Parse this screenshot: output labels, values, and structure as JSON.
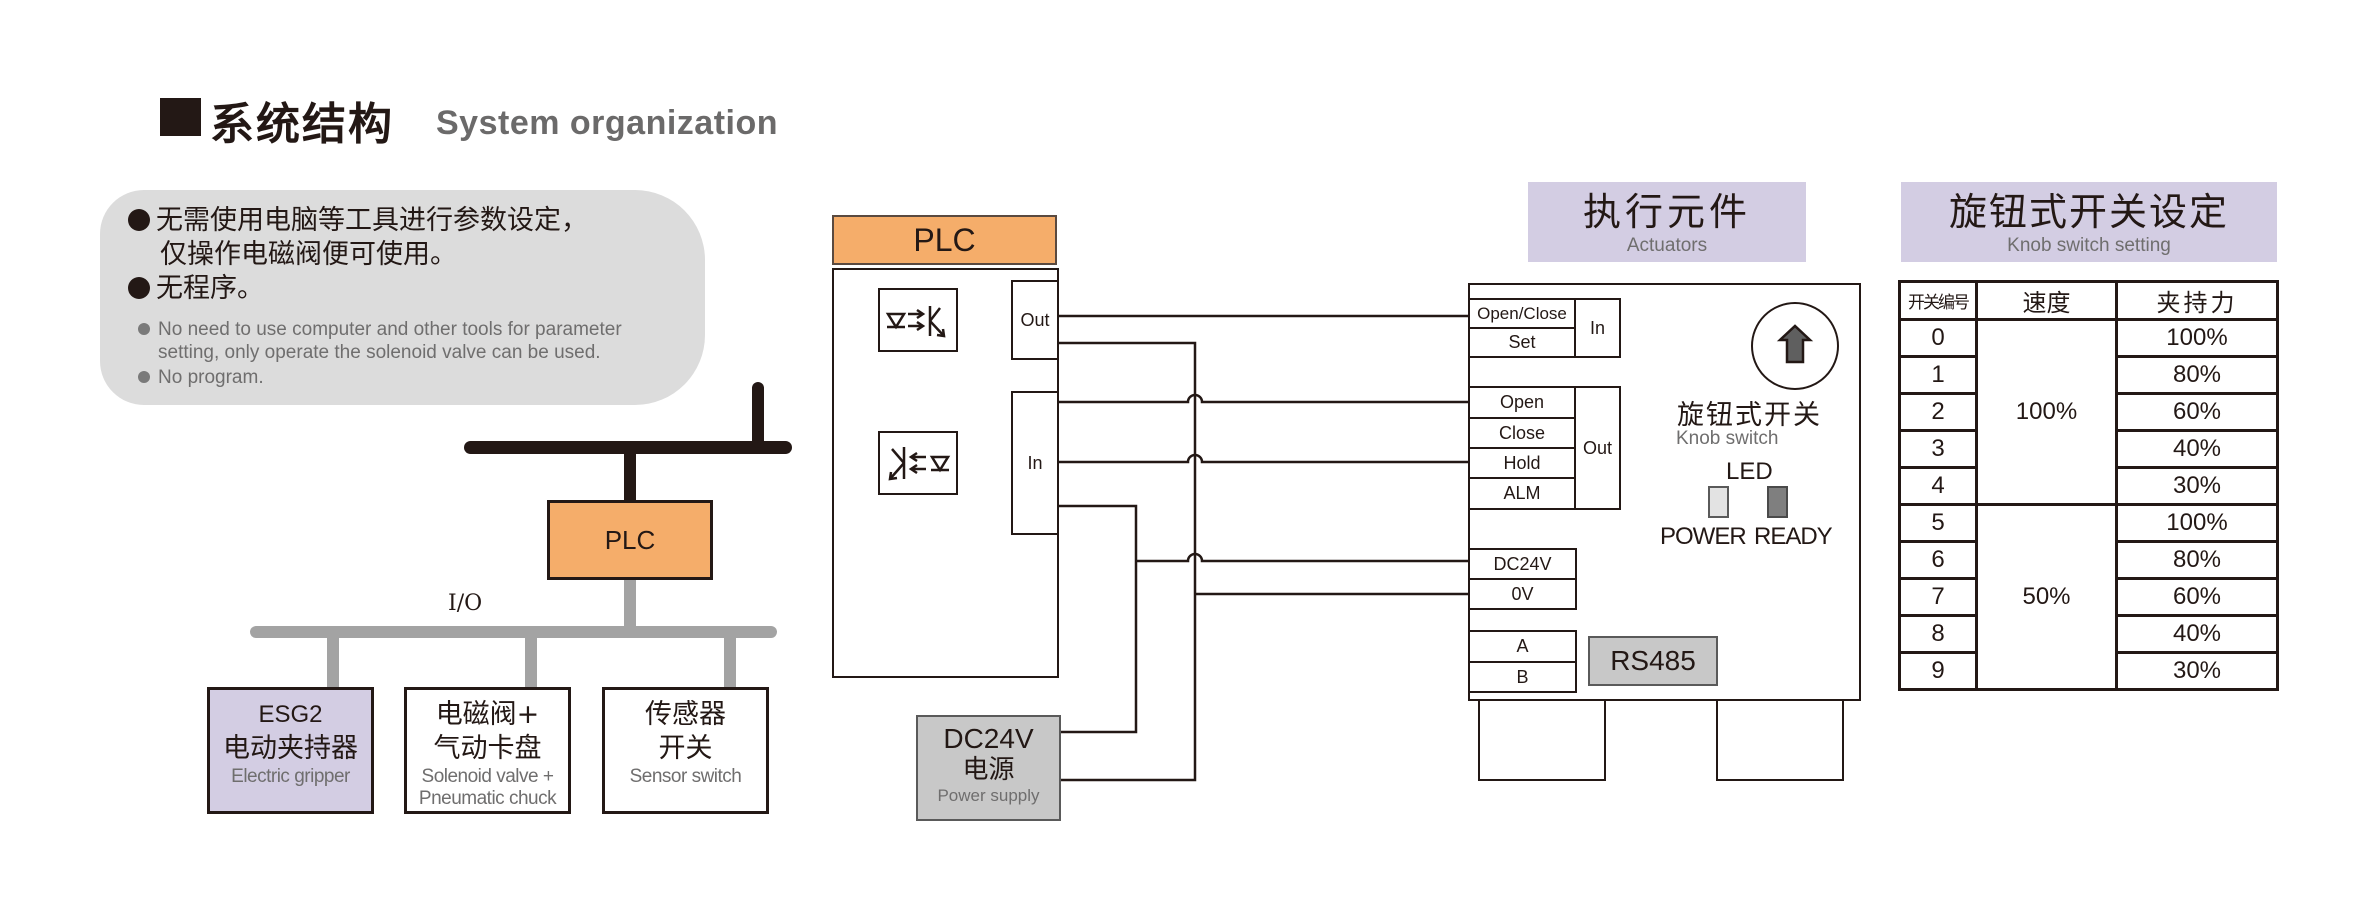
{
  "title": {
    "cn": "系统结构",
    "en": "System organization"
  },
  "notes": {
    "cn": [
      "无需使用电脑等工具进行参数设定，",
      "仅操作电磁阀便可使用。",
      "无程序。"
    ],
    "en": [
      "No need to use computer and other tools for parameter",
      "setting, only operate the solenoid valve can be used.",
      "No program."
    ]
  },
  "system_diagram": {
    "plc_label": "PLC",
    "io_label": "I/O",
    "devices": [
      {
        "cn": "ESG2",
        "cn2": "电动夹持器",
        "en": "Electric gripper",
        "en2": ""
      },
      {
        "cn": "电磁阀+",
        "cn2": "气动卡盘",
        "en": "Solenoid valve +",
        "en2": "Pneumatic chuck"
      },
      {
        "cn": "传感器",
        "cn2": "开关",
        "en": "Sensor switch",
        "en2": ""
      }
    ]
  },
  "wiring": {
    "plc": {
      "header": "PLC",
      "out_label": "Out",
      "in_label": "In",
      "icons": [
        "optocoupler-output-icon",
        "optocoupler-input-icon"
      ]
    },
    "power_supply": {
      "line1": "DC24V",
      "line2": "电源",
      "line3": "Power supply"
    },
    "actuator": {
      "header_cn": "执行元件",
      "header_en": "Actuators",
      "in_terminals": [
        "Open/Close",
        "Set"
      ],
      "in_label": "In",
      "out_terminals": [
        "Open",
        "Close",
        "Hold",
        "ALM"
      ],
      "out_label": "Out",
      "power_terminals": [
        "DC24V",
        "0V"
      ],
      "comm_terminals": [
        "A",
        "B"
      ],
      "rs485_label": "RS485",
      "knob_cn": "旋钮式开关",
      "knob_en": "Knob switch",
      "led_label": "LED",
      "led_power": "POWER",
      "led_ready": "READY",
      "colors": {
        "power_led": "#e3e3e3",
        "ready_led": "#7f7f7f"
      }
    }
  },
  "knob_table": {
    "header_cn": "旋钮式开关设定",
    "header_en": "Knob switch setting",
    "columns": [
      "开关编号",
      "速度",
      "夹持力"
    ],
    "speed_groups": [
      {
        "value": "100%",
        "rows": 5
      },
      {
        "value": "50%",
        "rows": 5
      }
    ],
    "rows": [
      {
        "switch": "0",
        "force": "100%"
      },
      {
        "switch": "1",
        "force": "80%"
      },
      {
        "switch": "2",
        "force": "60%"
      },
      {
        "switch": "3",
        "force": "40%"
      },
      {
        "switch": "4",
        "force": "30%"
      },
      {
        "switch": "5",
        "force": "100%"
      },
      {
        "switch": "6",
        "force": "80%"
      },
      {
        "switch": "7",
        "force": "60%"
      },
      {
        "switch": "8",
        "force": "40%"
      },
      {
        "switch": "9",
        "force": "30%"
      }
    ]
  },
  "colors": {
    "plc_orange": "#f5ad6a",
    "header_lavender": "#d3cde3",
    "note_gray": "#dcdcdc",
    "power_gray": "#c8c8c8",
    "rs485_gray": "#c8c8c8",
    "bus_gray": "#a3a3a3",
    "ink": "#231815"
  }
}
